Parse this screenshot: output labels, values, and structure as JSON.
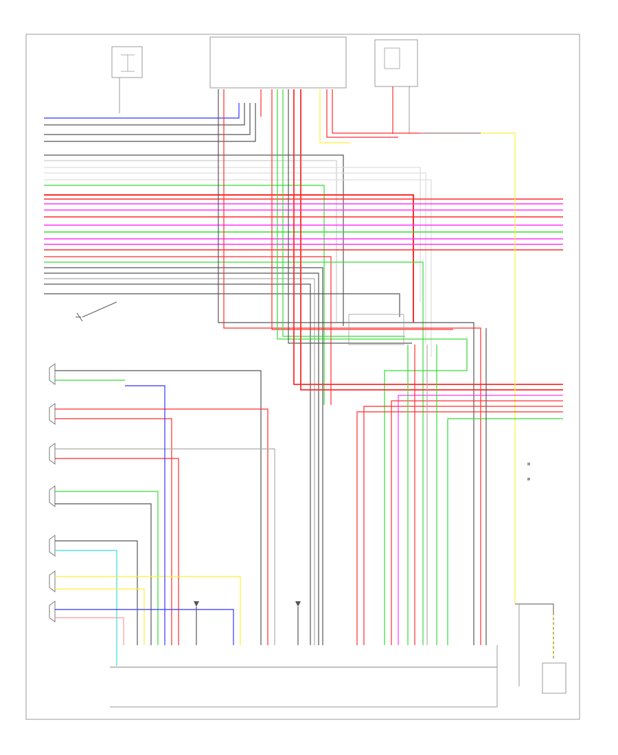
{
  "diagram": {
    "page_label": "",
    "legend": {
      "items": [
        {
          "text": ""
        },
        {
          "text": ""
        }
      ]
    },
    "wire_colors": {
      "red": "#ff2a2a",
      "magenta": "#ff33ff",
      "green": "#33dd33",
      "blue": "#3333ff",
      "cyan": "#33dddd",
      "yellow": "#ffee33",
      "black": "#333333",
      "gray": "#aaaaaa",
      "light_gray": "#d0d0d0",
      "pink": "#ff9999"
    },
    "components": [
      {
        "id": "fuse_block",
        "label": ""
      },
      {
        "id": "module_top",
        "label": ""
      },
      {
        "id": "relay_top_right",
        "label": ""
      },
      {
        "id": "ground_left",
        "label": ""
      },
      {
        "id": "spk_1",
        "label": ""
      },
      {
        "id": "spk_2",
        "label": ""
      },
      {
        "id": "spk_3",
        "label": ""
      },
      {
        "id": "spk_4",
        "label": ""
      },
      {
        "id": "spk_5",
        "label": ""
      },
      {
        "id": "spk_6",
        "label": ""
      },
      {
        "id": "spk_7",
        "label": ""
      },
      {
        "id": "ground_mid_1",
        "label": ""
      },
      {
        "id": "ground_mid_2",
        "label": ""
      },
      {
        "id": "amp_module",
        "label": ""
      },
      {
        "id": "ground_right_1",
        "label": ""
      },
      {
        "id": "ground_right_2",
        "label": ""
      }
    ]
  }
}
